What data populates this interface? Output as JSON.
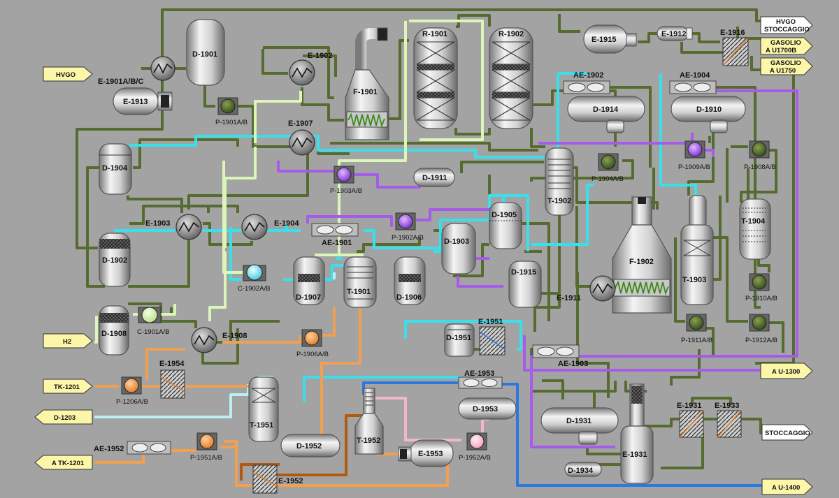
{
  "colors": {
    "background": "#a3a3a3",
    "pipe_main": "#556b2f",
    "pipe_cyan": "#39e0ec",
    "pipe_light_green": "#dcf5b8",
    "pipe_purple": "#a65ce8",
    "pipe_orange": "#f2a050",
    "pipe_blue": "#2a78e0",
    "pipe_brown": "#b05a10",
    "pipe_pink": "#f2b8c6",
    "arrow_tag_fill": "#fbf6a8"
  },
  "tags": {
    "hvgo": "HVGO",
    "h2": "H2",
    "tk1201": "TK-1201",
    "d1203": "D-1203",
    "atk1201": "A TK-1201",
    "hvgo_stoccaggio_1": "HVGO",
    "hvgo_stoccaggio_2": "STOCCAGGIO",
    "gasolio_a_1": "GASOLIO",
    "gasolio_a_2": "A U1700B",
    "gasolio_b_1": "GASOLIO",
    "gasolio_b_2": "A U1750",
    "au1300": "A U-1300",
    "stoccaggio": "STOCCAGGIO",
    "au1400": "A U-1400"
  },
  "equipment": {
    "e1901abc": "E-1901A/B/C",
    "e1913": "E-1913",
    "d1901": "D-1901",
    "p1901ab": "P-1901A/B",
    "e1902": "E-1902",
    "e1907": "E-1907",
    "f1901": "F-1901",
    "r1901": "R-1901",
    "r1902": "R-1902",
    "e1915": "E-1915",
    "e1912": "E-1912",
    "e1916": "E-1916",
    "ae1902": "AE-1902",
    "d1914": "D-1914",
    "ae1904": "AE-1904",
    "d1910": "D-1910",
    "d1904": "D-1904",
    "p1903ab": "P-1903A/B",
    "d1911": "D-1911",
    "t1902": "T-1902",
    "p1904ab": "P-1904A/B",
    "p1909ab": "P-1909A/B",
    "p1908ab": "P-1908A/B",
    "e1903": "E-1903",
    "e1904": "E-1904",
    "ae1901": "AE-1901",
    "p1902ab": "P-1902A/B",
    "d1905": "D-1905",
    "d1903": "D-1903",
    "d1915": "D-1915",
    "f1902": "F-1902",
    "t1903": "T-1903",
    "t1904": "T-1904",
    "d1902": "D-1902",
    "c1902ab": "C-1902A/B",
    "d1907": "D-1907",
    "t1901": "T-1901",
    "d1906": "D-1906",
    "e1911": "E-1911",
    "p1910ab": "P-1910A/B",
    "d1908": "D-1908",
    "c1901ab": "C-1901A/B",
    "e1908": "E-1908",
    "p1906ab": "P-1906A/B",
    "d1951": "D-1951",
    "e1951": "E-1951",
    "ae1903": "AE-1903",
    "p1911ab": "P-1911A/B",
    "p1912ab": "P-1912A/B",
    "e1954": "E-1954",
    "p1206ab": "P-1206A/B",
    "t1951": "T-1951",
    "ae1953": "AE-1953",
    "d1953": "D-1953",
    "d1931": "D-1931",
    "e1931_hx": "E-1931",
    "e1933": "E-1933",
    "ae1952": "AE-1952",
    "p1951ab": "P-1951A/B",
    "d1952": "D-1952",
    "t1952": "T-1952",
    "e1953": "E-1953",
    "p1952ab": "P-1952A/B",
    "e1952": "E-1952",
    "d1934": "D-1934",
    "e1931_col": "E-1931"
  }
}
